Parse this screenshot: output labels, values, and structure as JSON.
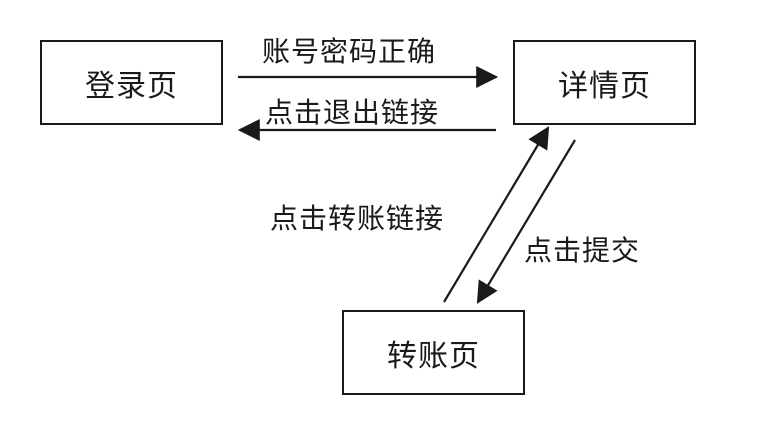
{
  "nodes": {
    "login": "登录页",
    "detail": "详情页",
    "transfer": "转账页"
  },
  "edges": {
    "login_to_detail": "账号密码正确",
    "detail_to_login": "点击退出链接",
    "transfer_to_detail": "点击转账链接",
    "detail_to_transfer": "点击提交"
  }
}
